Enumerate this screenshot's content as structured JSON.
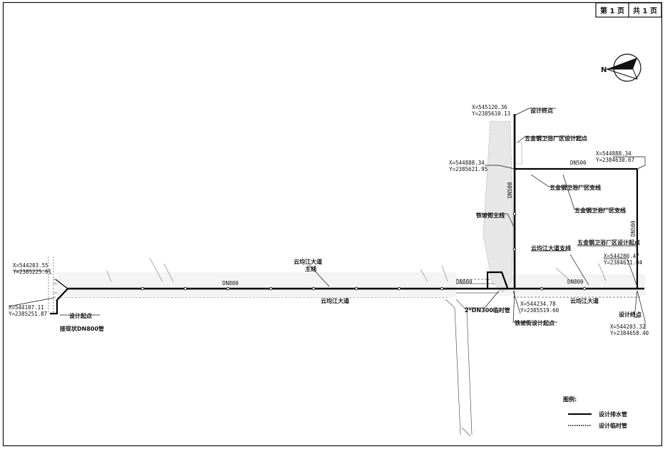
{
  "title_block": {
    "page_label": "第 1 页",
    "total_label": "共 1 页"
  },
  "north_arrow": {
    "label": "N"
  },
  "coords": {
    "left_upper": [
      "X=544203.55",
      "Y=2385225.61"
    ],
    "left_lower": [
      "X=544107.11",
      "Y=2385251.87"
    ],
    "top_end": [
      "X=545120.36",
      "Y=2385610.13"
    ],
    "top_mid": [
      "X=544888.34",
      "Y=2385621.95"
    ],
    "right_top": [
      "X=544888.34",
      "Y=2384630.67"
    ],
    "right_mid": [
      "X=544280.47",
      "Y=2384631.04"
    ],
    "junction_low": [
      "X=544234.78",
      "Y=2385519.60"
    ],
    "right_low": [
      "X=544203.32",
      "Y=2384658.40"
    ]
  },
  "labels": {
    "design_end_top": "设计终点",
    "wujin_start": "五金钢卫浴厂区设计起点",
    "dn500_top": "DN500",
    "dn500_vertical_left": "DN500",
    "dn500_vertical_right": "DN500",
    "wujin_branch_1": "五金钢卫浴厂区支线",
    "wujin_branch_2": "五金钢卫浴厂区支线",
    "tiebo_main": "铁坡街主线",
    "wujin_start_2": "五金钢卫浴厂区设计起点",
    "yunjun_branch": "云均江大道支线",
    "yunjun_main_1": "云均江大道",
    "yunjun_main_2": "主线",
    "dn800_left": "DN800",
    "dn800_mid": "DN800",
    "dn800_right": "DN800",
    "road_left": "云均江大道",
    "road_right": "云均江大道",
    "temp_pipe": "2*DN300临时管",
    "tiebo_start": "铁坡街设计起点",
    "design_start": "设计起点",
    "connect_existing": "接现状DN800管",
    "design_end_right": "设计终点"
  },
  "legend": {
    "title": "图例:",
    "items": [
      {
        "label": "设计排水管"
      },
      {
        "label": "设计临时管"
      }
    ]
  }
}
